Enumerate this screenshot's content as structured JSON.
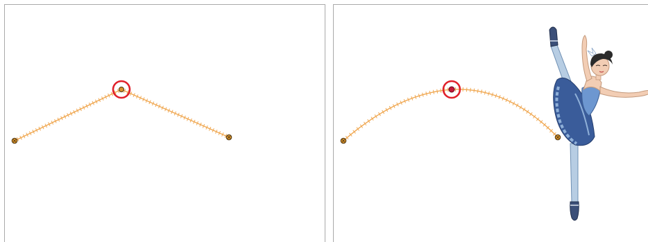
{
  "views": [
    {
      "id": "left-view",
      "path_type": "linear",
      "selected_keyframe_index": 1,
      "keyframe_count": 3
    },
    {
      "id": "right-view",
      "path_type": "smooth",
      "selected_keyframe_index": 1,
      "keyframe_count": 3
    }
  ],
  "colors": {
    "path": "#f0a852",
    "keyframe_fill": "#d8932c",
    "keyframe_stroke": "#4a3210",
    "selection_ring": "#e0202a",
    "selected_keyframe": "#c2183a",
    "panel_border": "#a9a9a9",
    "dancer_dress": "#3a5c9a",
    "dancer_tights": "#b7cde3",
    "dancer_skin": "#f2cdb4",
    "dancer_hair": "#2b2b2b"
  }
}
